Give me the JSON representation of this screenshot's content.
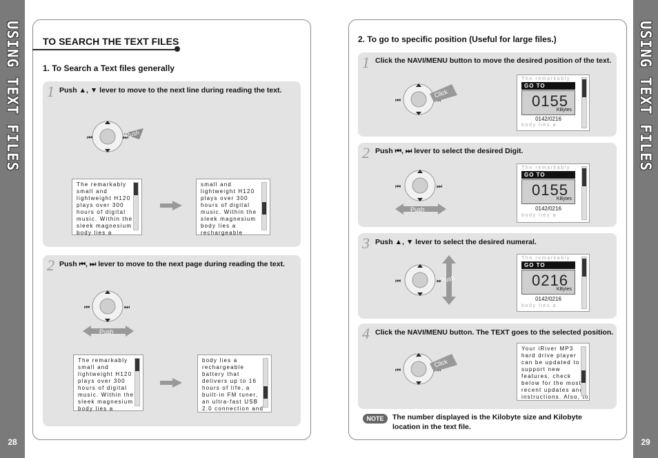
{
  "left_page": {
    "side_tab": "USING TEXT FILES",
    "page_number": "28",
    "title": "TO SEARCH THE TEXT FILES",
    "section_heading": "1. To Search a Text files generally",
    "steps": [
      {
        "number": "1",
        "text_before": "Push",
        "text_after": "lever to move to the next line during reading the text.",
        "icons": [
          "up-triangle-icon",
          "down-triangle-icon"
        ],
        "device_label": "Push",
        "screen_before": [
          "The remarkably",
          "small and",
          "lightweight H120",
          "plays over 300",
          "hours of digital",
          "music. Within the",
          "sleek magnesium",
          "body lies a"
        ],
        "screen_after": [
          "small and",
          "lightweight H120",
          "plays over 300",
          "hours of digital",
          "music. Within the",
          "sleek magnesium",
          "body lies a",
          "rechargeable"
        ]
      },
      {
        "number": "2",
        "text_before": "Push",
        "text_after": "lever to move to the next page during reading the text.",
        "icons": [
          "skip-back-icon",
          "skip-forward-icon"
        ],
        "device_label": "Push",
        "screen_before": [
          "The remarkably",
          "small and",
          "lightweight H120",
          "plays over 300",
          "hours of digital",
          "music. Within the",
          "sleek magnesium",
          "body lies a"
        ],
        "screen_after": [
          "body lies a",
          "rechargeable",
          "battery that",
          "delivers up to 16",
          "hours of life, a",
          "built-in FM tuner,",
          "an ultra-fast USB",
          "2.0 connection and"
        ]
      }
    ]
  },
  "right_page": {
    "side_tab": "USING TEXT FILES",
    "page_number": "29",
    "section_heading": "2. To go to specific position (Useful for large files.)",
    "steps": [
      {
        "number": "1",
        "text": "Click the NAVI/MENU button to move the desired position of the text.",
        "device_label": "Click",
        "goto": {
          "header": "GO TO",
          "digits": "0155",
          "unit": "KBytes",
          "position": "0142/0216",
          "faint_top": "The remarkably",
          "faint_bottom": "body lies a"
        }
      },
      {
        "number": "2",
        "text_before": "Push",
        "text_after": "lever to select the desired Digit.",
        "icons": [
          "skip-back-icon",
          "skip-forward-icon"
        ],
        "device_label": "Push",
        "goto": {
          "header": "GO TO",
          "digits": "0155",
          "unit": "KBytes",
          "position": "0142/0216",
          "faint_top": "The remarkably",
          "faint_bottom": "body lies a"
        }
      },
      {
        "number": "3",
        "text_before": "Push",
        "text_after": "lever to select the desired numeral.",
        "icons": [
          "up-triangle-icon",
          "down-triangle-icon"
        ],
        "device_label": "Push",
        "goto": {
          "header": "GO TO",
          "digits": "0216",
          "unit": "KBytes",
          "position": "0142/0216",
          "faint_top": "The remarkably",
          "faint_bottom": "body lies a"
        }
      },
      {
        "number": "4",
        "text": "Click the NAVI/MENU button. The TEXT goes to the selected position.",
        "device_label": "Click",
        "screen": [
          "Your iRiver MP3",
          "hard drive player",
          "can be updated to",
          "support new",
          "features, check",
          "below for the most",
          "recent updates and",
          "instructions. Also, to"
        ]
      }
    ],
    "note": {
      "badge": "NOTE",
      "text": "The number displayed is the Kilobyte size and Kilobyte location in the text file."
    }
  },
  "colors": {
    "side_tab": "#7a7a7a",
    "step_box": "#e3e3e3",
    "note_badge": "#666666"
  }
}
